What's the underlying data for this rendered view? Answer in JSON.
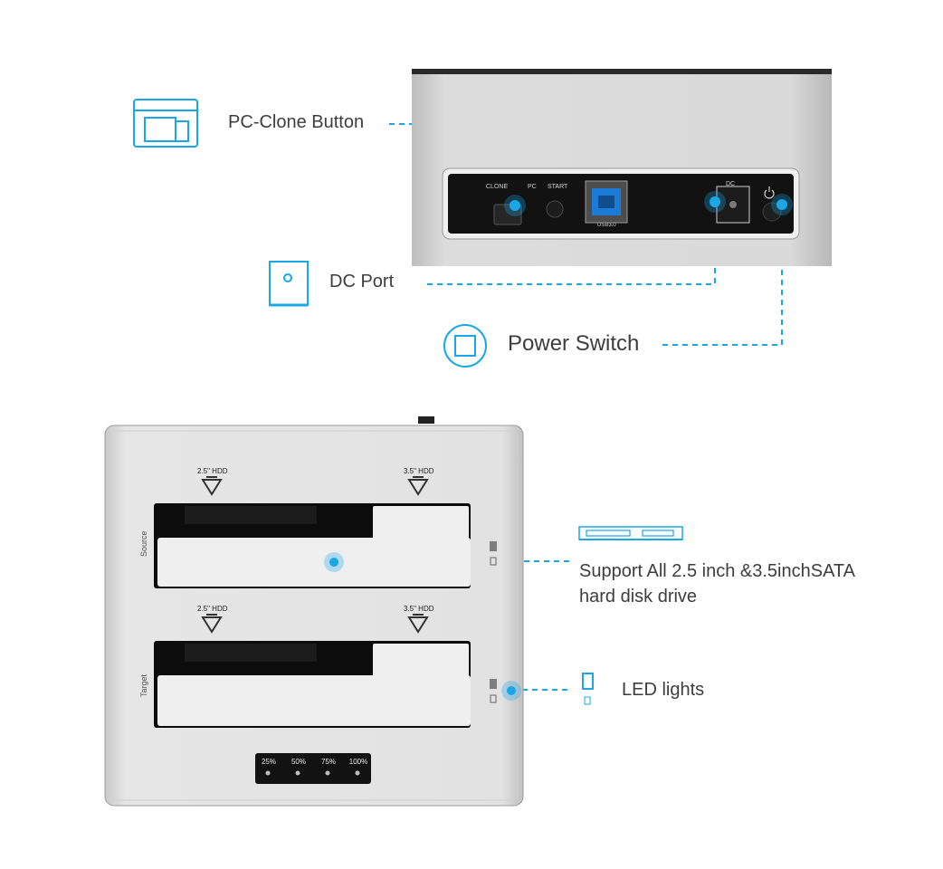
{
  "callouts": {
    "pc_clone": "PC-Clone Button",
    "dc_port": "DC  Port",
    "power_switch": "Power Switch",
    "support_line1": "Support All 2.5 inch &3.5inchSATA",
    "support_line2": "hard disk drive",
    "led_lights": "LED lights"
  },
  "back_panel": {
    "clone": "CLONE",
    "pc": "PC",
    "start": "START",
    "usb": "USB3.0",
    "dc": "DC"
  },
  "dock": {
    "slot_top_left": "2.5\" HDD",
    "slot_top_right": "3.5\" HDD",
    "slot_bottom_left": "2.5\" HDD",
    "slot_bottom_right": "3.5\" HDD",
    "source": "Source",
    "target": "Target",
    "progress": [
      "25%",
      "50%",
      "75%",
      "100%"
    ]
  },
  "colors": {
    "accent": "#1aa7e6",
    "aluminum": "#d9d9d9",
    "panel": "#121212"
  }
}
